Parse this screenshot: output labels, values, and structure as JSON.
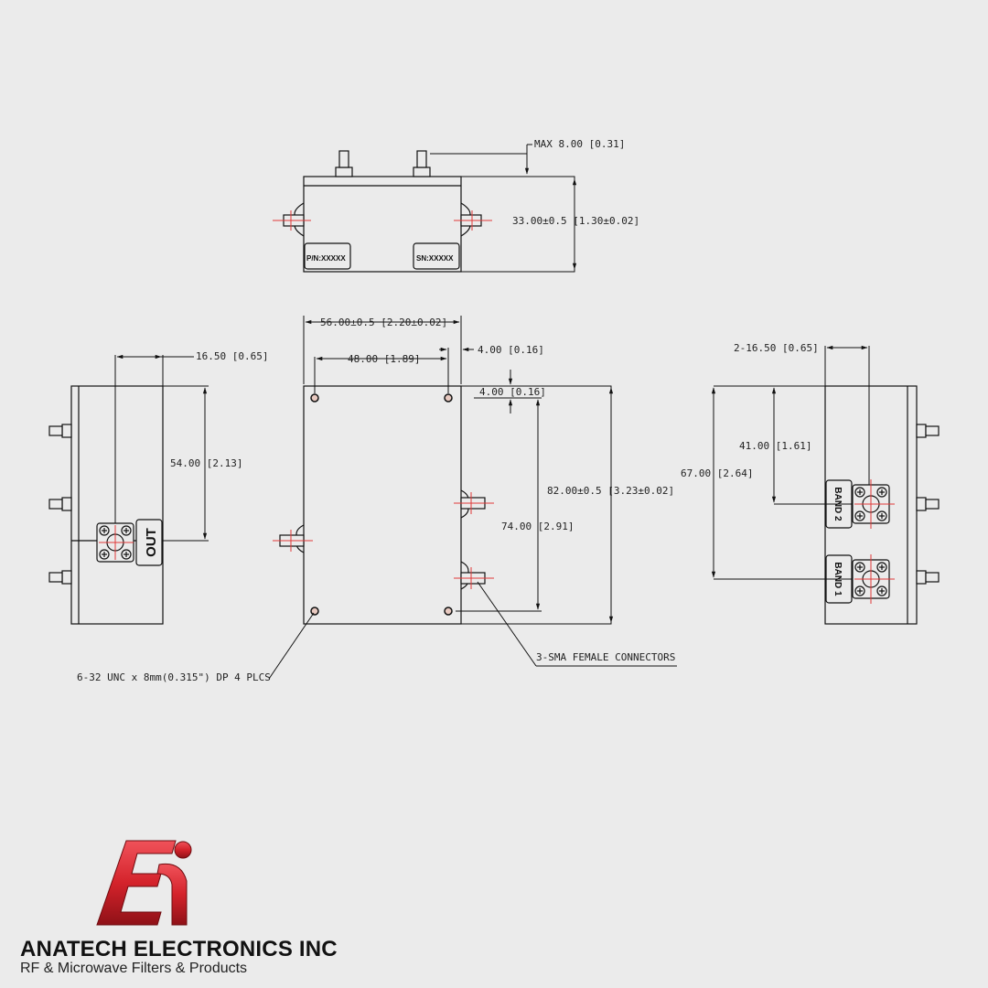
{
  "colors": {
    "background": "#ebebeb",
    "line": "#111111",
    "centerline": "#e03a3a",
    "logo_red": "#d4232b"
  },
  "top_view": {
    "max_height": "MAX 8.00 [0.31]",
    "height": "33.00±0.5 [1.30±0.02]",
    "pn_label": "P/N:XXXXX",
    "sn_label": "SN:XXXXX"
  },
  "front_view": {
    "width": "56.00±0.5 [2.20±0.02]",
    "hole_spacing_x": "48.00 [1.89]",
    "edge_offset_x": "4.00 [0.16]",
    "edge_offset_y": "4.00 [0.16]",
    "height": "82.00±0.5 [3.23±0.02]",
    "hole_spacing_y": "74.00 [2.91]",
    "note_holes": "6-32 UNC x 8mm(0.315\") DP 4 PLCS",
    "note_connectors": "3-SMA FEMALE CONNECTORS"
  },
  "left_view": {
    "connector_offset": "16.50 [0.65]",
    "connector_height": "54.00 [2.13]",
    "port_label": "OUT"
  },
  "right_view": {
    "connector_offset": "2-16.50 [0.65]",
    "band2_height": "41.00 [1.61]",
    "band1_height": "67.00 [2.64]",
    "port_band2": "BAND 2",
    "port_band1": "BAND 1"
  },
  "brand": {
    "name": "ANATECH ELECTRONICS INC",
    "tagline": "RF & Microwave Filters & Products"
  }
}
